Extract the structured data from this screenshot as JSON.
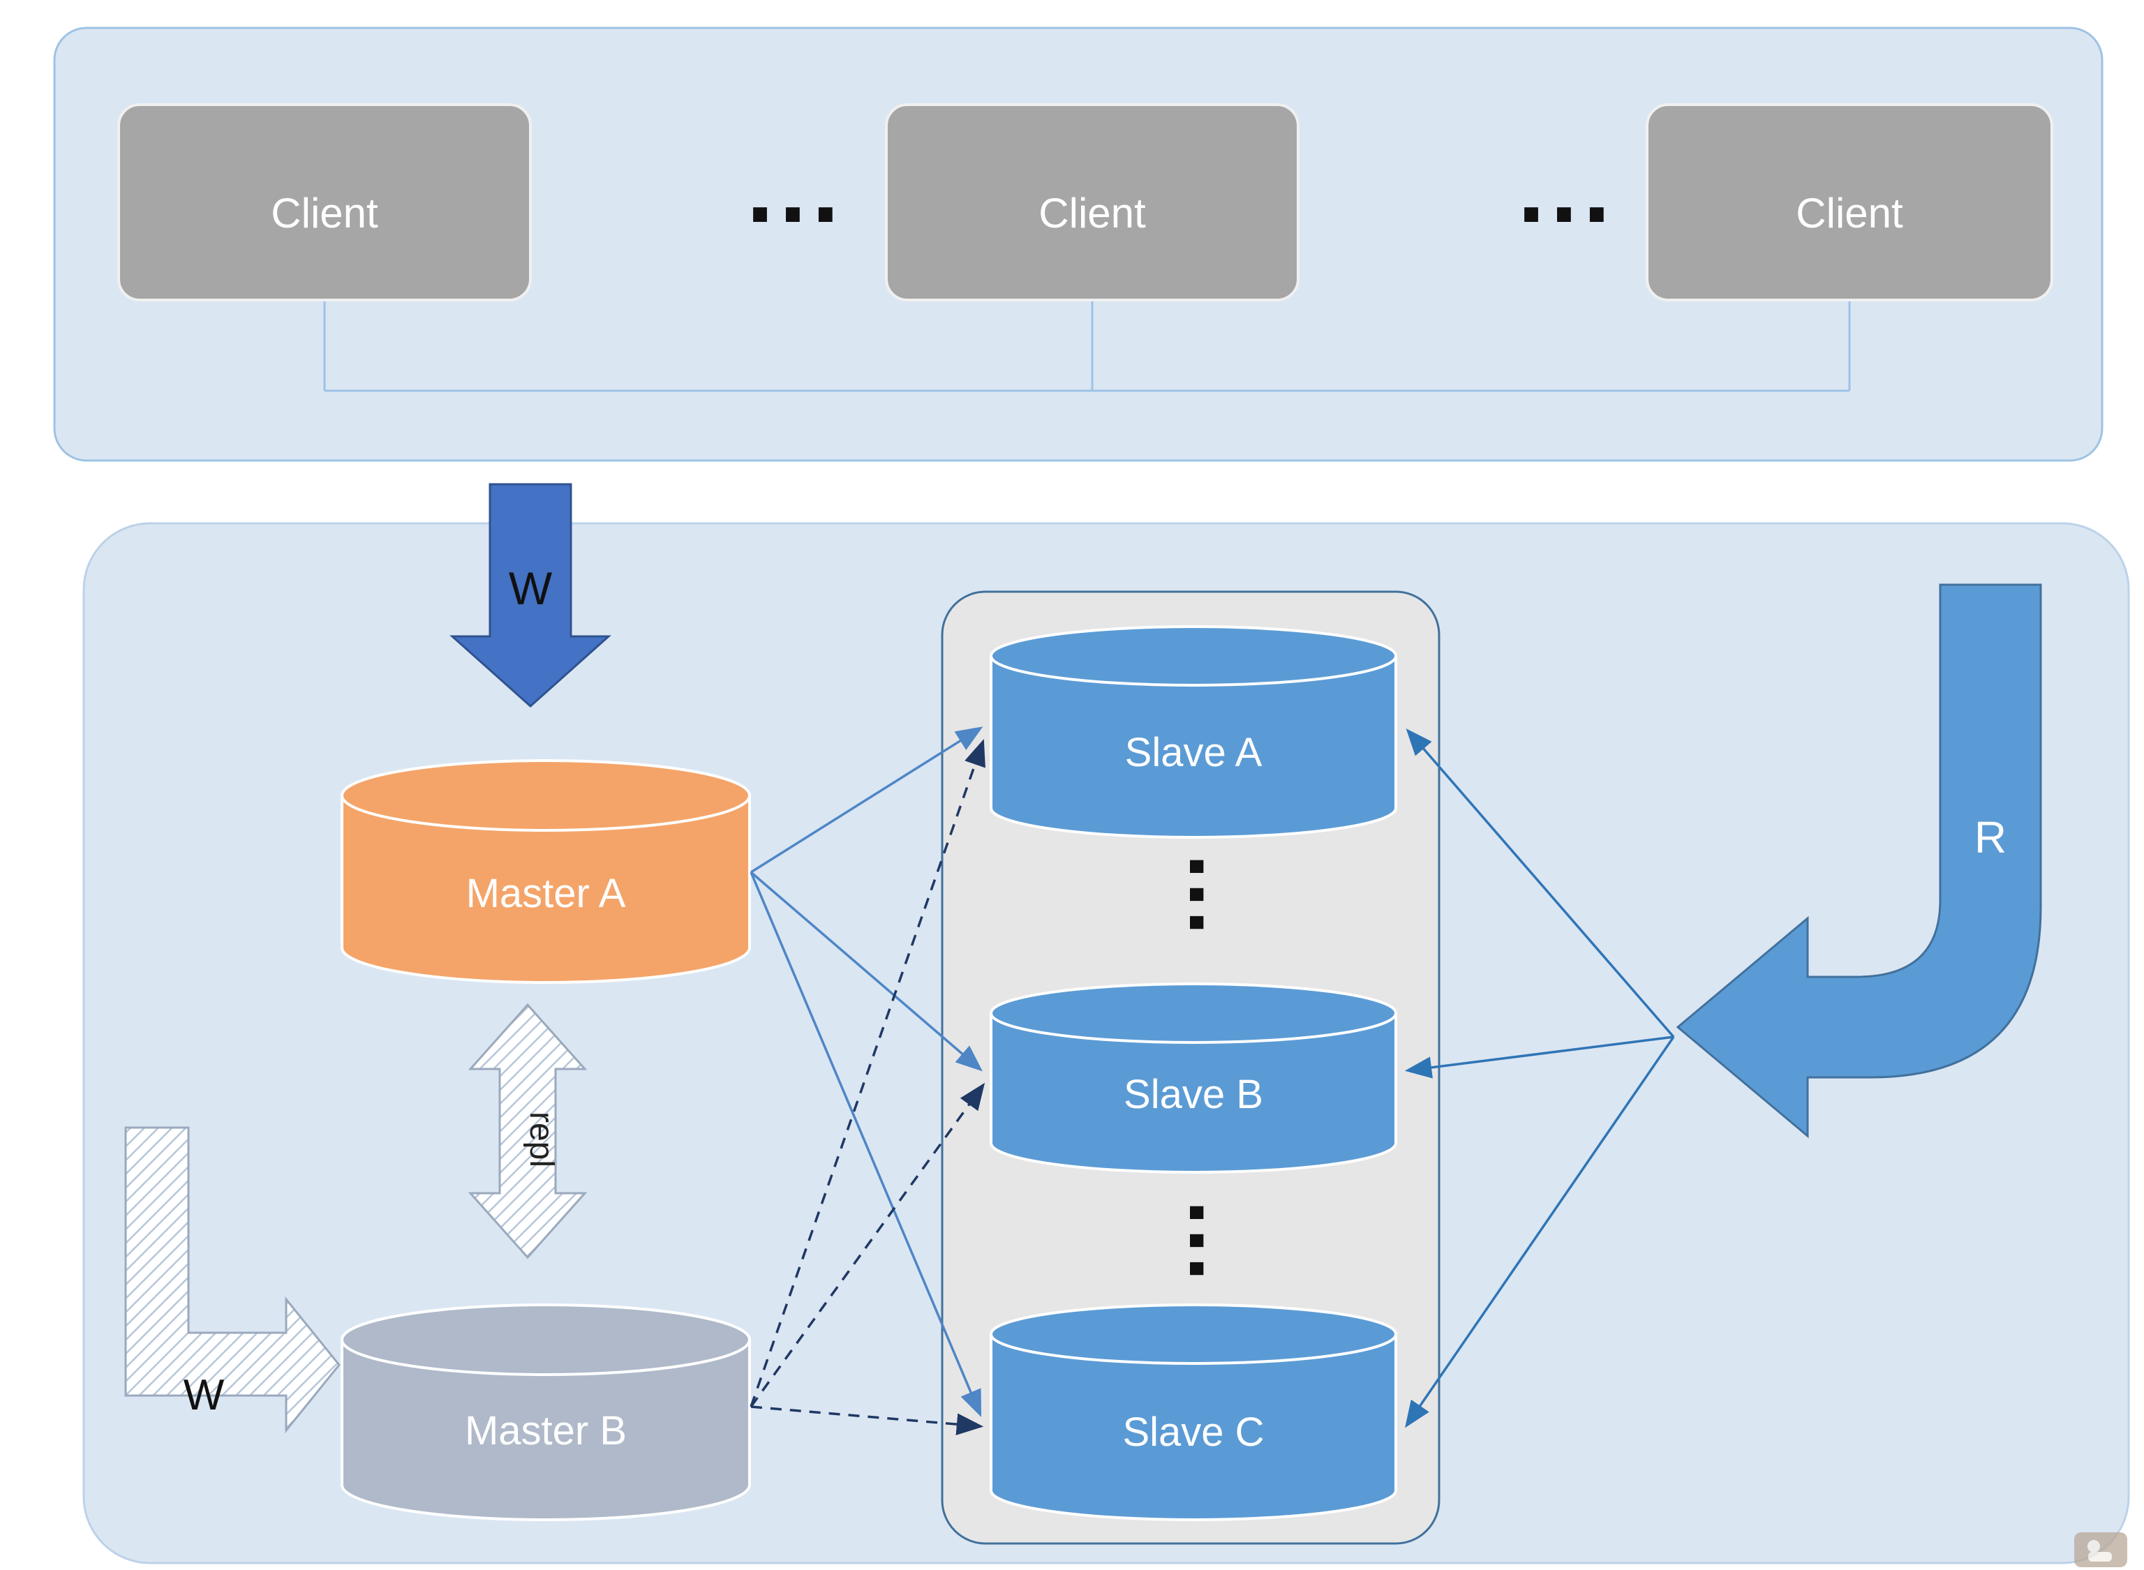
{
  "clients": {
    "labels": [
      "Client",
      "Client",
      "Client"
    ],
    "separators": [
      "...",
      "..."
    ]
  },
  "database_tier": {
    "masters": [
      {
        "label": "Master A"
      },
      {
        "label": "Master B"
      }
    ],
    "slaves": [
      {
        "label": "Slave A"
      },
      {
        "label": "Slave B"
      },
      {
        "label": "Slave C"
      }
    ],
    "slave_separators": [
      "...",
      "..."
    ]
  },
  "arrows": {
    "client_write_label": "W",
    "external_write_label": "W",
    "read_label": "R",
    "replication_label": "repl"
  },
  "colors": {
    "tier_background": "#dbe6f3",
    "tier_border": "#9ec3e4",
    "client_box": "#a6a6a6",
    "master_a_fill": "#f4a469",
    "master_b_fill": "#afb9c9",
    "slave_fill": "#5b9bd5",
    "slave_group_background": "#e7e6e6",
    "slave_group_border": "#41719c",
    "write_arrow": "#4472c4",
    "read_arrow": "#5b9bd5",
    "read_arrow_border": "#41719c",
    "master_a_link": "#4e86c6",
    "master_b_link": "#1f3864",
    "read_link": "#2e75b6",
    "connector_line": "#9dc3e6"
  }
}
